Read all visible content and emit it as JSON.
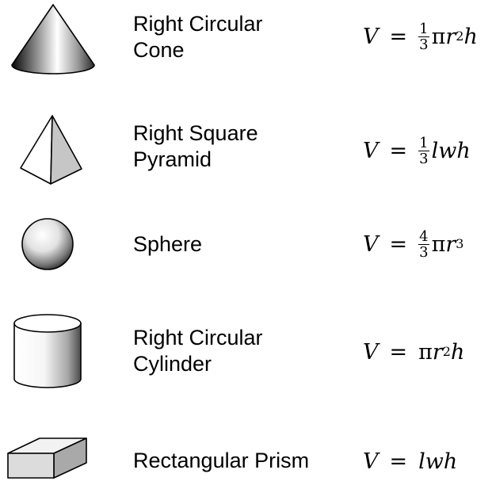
{
  "items": [
    {
      "name_lines": [
        "Right Circular",
        "Cone"
      ],
      "formula": {
        "v": "V",
        "eq": "=",
        "frac_num": "1",
        "frac_den": "3",
        "pi": "π",
        "var1": "r",
        "exp": "2",
        "var2": "h"
      }
    },
    {
      "name_lines": [
        "Right Square",
        "Pyramid"
      ],
      "formula": {
        "v": "V",
        "eq": "=",
        "frac_num": "1",
        "frac_den": "3",
        "vars": "lwh"
      }
    },
    {
      "name_lines": [
        "Sphere"
      ],
      "formula": {
        "v": "V",
        "eq": "=",
        "frac_num": "4",
        "frac_den": "3",
        "pi": "π",
        "var1": "r",
        "exp": "3"
      }
    },
    {
      "name_lines": [
        "Right Circular",
        "Cylinder"
      ],
      "formula": {
        "v": "V",
        "eq": "=",
        "pi": "π",
        "var1": "r",
        "exp": "2",
        "var2": "h"
      }
    },
    {
      "name_lines": [
        "Rectangular Prism"
      ],
      "formula": {
        "v": "V",
        "eq": "=",
        "vars": "lwh"
      }
    }
  ]
}
